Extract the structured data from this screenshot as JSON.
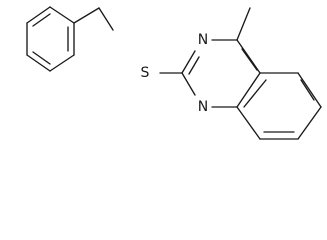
{
  "molecule": {
    "atoms": {
      "sulfur": "S",
      "nitrogen_top": "N",
      "nitrogen_bottom": "N"
    }
  }
}
